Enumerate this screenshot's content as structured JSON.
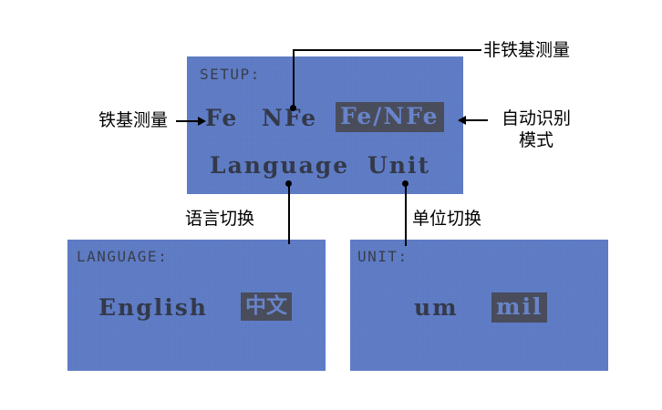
{
  "device": {
    "screens": [
      {
        "id": "setup",
        "title": "SETUP:",
        "options": [
          {
            "label": "Fe",
            "selected": false
          },
          {
            "label": "NFe",
            "selected": false
          },
          {
            "label": "Fe/NFe",
            "selected": true
          },
          {
            "label": "Language",
            "selected": false
          },
          {
            "label": "Unit",
            "selected": false
          }
        ]
      },
      {
        "id": "language",
        "title": "LANGUAGE:",
        "options": [
          {
            "label": "English",
            "selected": false
          },
          {
            "label": "中文",
            "selected": true
          }
        ]
      },
      {
        "id": "unit",
        "title": "UNIT:",
        "options": [
          {
            "label": "um",
            "selected": false
          },
          {
            "label": "mil",
            "selected": true
          }
        ]
      }
    ]
  },
  "annotations": [
    {
      "id": "ferrous",
      "text": "铁基测量",
      "target": "Fe"
    },
    {
      "id": "non-ferrous",
      "text": "非铁基测量",
      "target": "NFe"
    },
    {
      "id": "auto-mode",
      "text": "自动识别\n模式",
      "line1": "自动识别",
      "line2": "模式",
      "target": "Fe/NFe"
    },
    {
      "id": "language-switch",
      "text": "语言切换",
      "target": "Language"
    },
    {
      "id": "unit-switch",
      "text": "单位切换",
      "target": "Unit"
    }
  ],
  "colors": {
    "lcd_background": "#6280cb",
    "lcd_text": "#343a49",
    "lcd_selected_background": "#4b4f5c",
    "lcd_selected_text": "#6c89d2",
    "annotation_text": "#000000",
    "page_background": "#ffffff"
  }
}
